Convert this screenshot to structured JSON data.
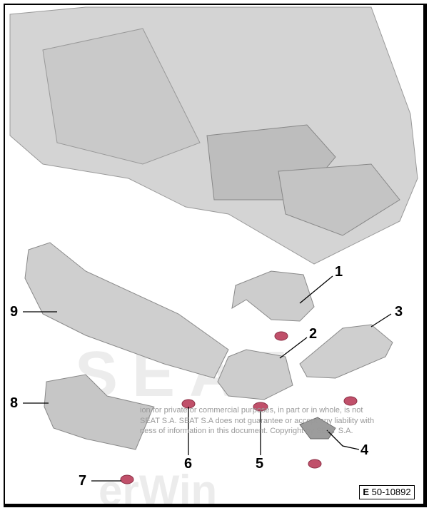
{
  "callouts": [
    "1",
    "2",
    "3",
    "4",
    "5",
    "6",
    "7",
    "8",
    "9"
  ],
  "figure_label": {
    "prefix": "E",
    "number": "50-10892"
  },
  "watermark": {
    "brand": "SEAT",
    "logo_text": "erWin",
    "line1": "ion for private or commercial purposes, in part or in whole, is not",
    "line2": "SEAT S.A. SEAT S.A does not guarantee or accept any liability with",
    "line3": "ness of information in this document. Copyright by SEAT S.A."
  },
  "colors": {
    "part_grey": "#c8c8c8",
    "fastener": "#c0506a",
    "outline": "#000000"
  }
}
